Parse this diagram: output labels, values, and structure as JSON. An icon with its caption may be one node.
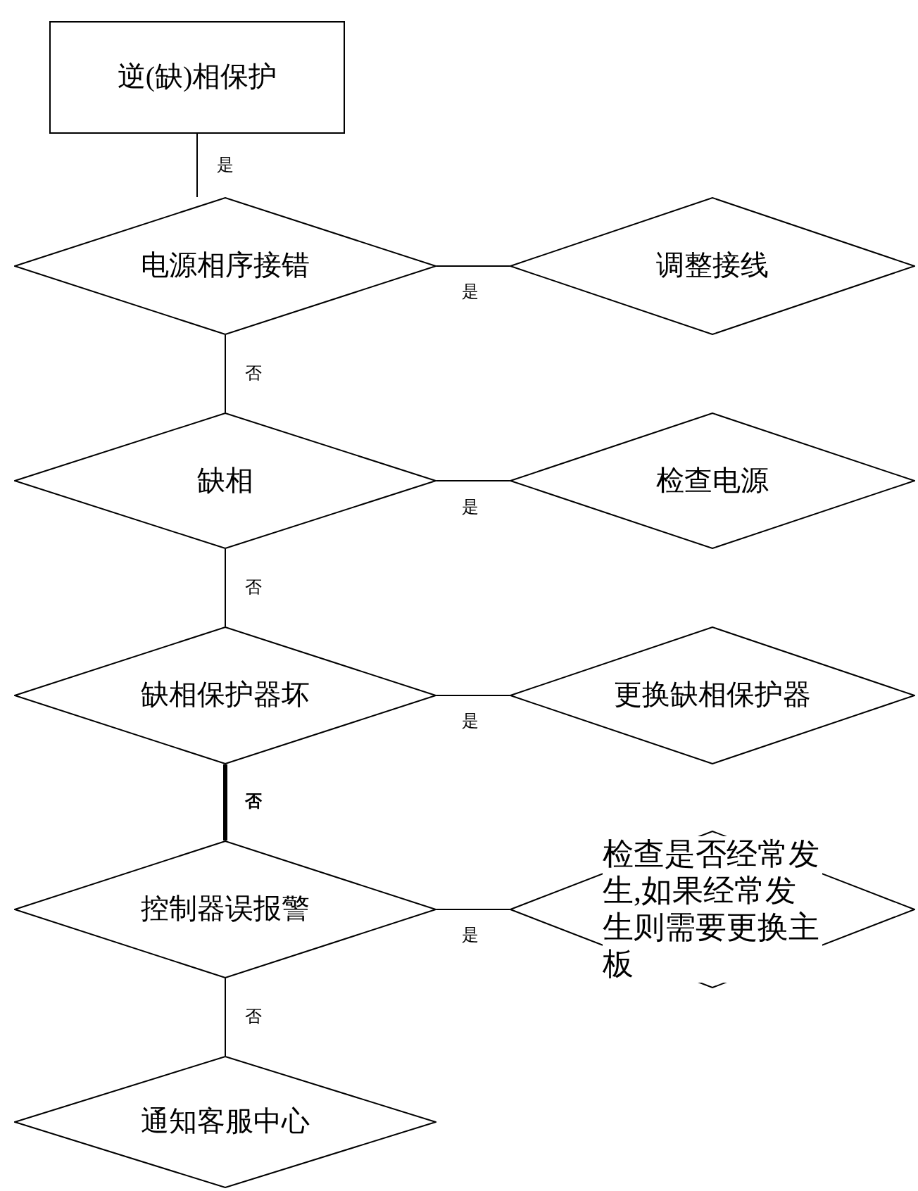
{
  "diagram": {
    "nodes": [
      {
        "text": [
          "逆(缺)相保护"
        ]
      },
      {
        "text": [
          "电源相序接错"
        ]
      },
      {
        "text": [
          "调整接线"
        ]
      },
      {
        "text": [
          "缺相"
        ]
      },
      {
        "text": [
          "检查电源"
        ]
      },
      {
        "text": [
          "缺相保护器坏"
        ]
      },
      {
        "text": [
          "更换缺相保护器"
        ]
      },
      {
        "text": [
          "控制器误报警"
        ]
      },
      {
        "text": [
          "检查是否经常发生,如果经常发生则需要更换主板"
        ]
      },
      {
        "text": [
          "通知客服中心"
        ]
      }
    ],
    "edges": [
      {
        "from": 0,
        "to": 1,
        "arrow": "none",
        "label": "是"
      },
      {
        "from": 1,
        "to": 2,
        "arrow": "none",
        "label": "是"
      },
      {
        "from": 1,
        "to": 3,
        "arrow": "none",
        "label": "否"
      },
      {
        "from": 3,
        "to": 4,
        "arrow": "none",
        "label": "是"
      },
      {
        "from": 3,
        "to": 5,
        "arrow": "none",
        "label": "否"
      },
      {
        "from": 5,
        "to": 6,
        "arrow": "none",
        "label": "是"
      },
      {
        "from": 5,
        "to": 7,
        "arrow": "none",
        "label": "否",
        "style": "thick"
      },
      {
        "from": 7,
        "to": 8,
        "arrow": "none",
        "label": "是"
      },
      {
        "from": 7,
        "to": 9,
        "arrow": "none",
        "label": "否"
      }
    ]
  }
}
